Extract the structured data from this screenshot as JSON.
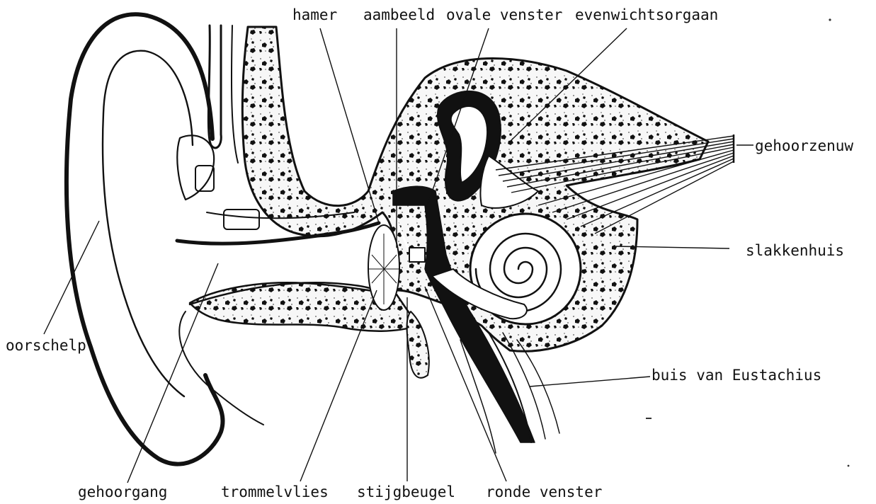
{
  "labels": {
    "hamer": "hamer",
    "aambeeld": "aambeeld",
    "ovale_venster": "ovale venster",
    "evenwichtsorgaan": "evenwichtsorgaan",
    "gehoorzenuw": "gehoorzenuw",
    "slakkenhuis": "slakkenhuis",
    "buis_van_eustachius": "buis van Eustachius",
    "oorschelp": "oorschelp",
    "gehoorgang": "gehoorgang",
    "trommelvlies": "trommelvlies",
    "stijgbeugel": "stijgbeugel",
    "ronde_venster": "ronde venster"
  },
  "colors": {
    "ink": "#111111",
    "bone_fill": "#f4f4f4",
    "paper": "#ffffff"
  }
}
